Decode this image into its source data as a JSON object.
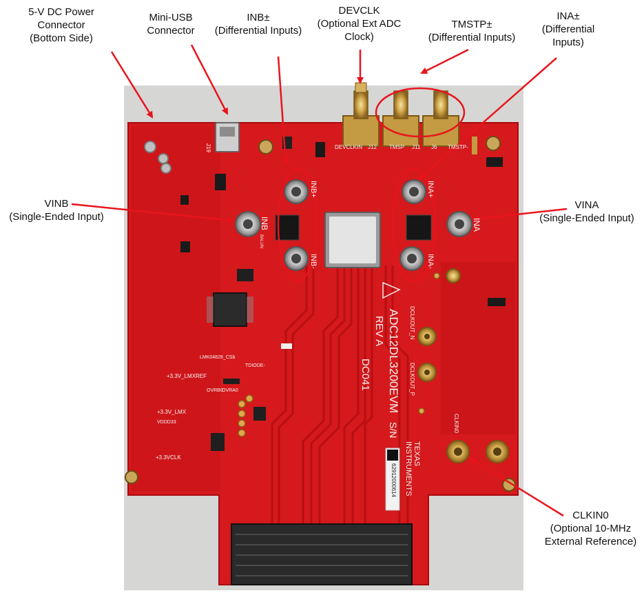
{
  "labels": {
    "power": [
      "5-V DC Power",
      "Connector",
      "(Bottom Side)"
    ],
    "usb": [
      "Mini-USB",
      "Connector"
    ],
    "inb_diff": [
      "INB±",
      "(Differential Inputs)"
    ],
    "devclk": [
      "DEVCLK",
      "(Optional Ext ADC",
      "Clock)"
    ],
    "tmstp": [
      "TMSTP±",
      "(Differential Inputs)"
    ],
    "ina_diff": [
      "INA±",
      "(Differential",
      "Inputs)"
    ],
    "vinb": [
      "VINB",
      "(Single-Ended Input)"
    ],
    "vina": [
      "VINA",
      "(Single-Ended Input)"
    ],
    "clkin0": [
      "CLKIN0",
      "(Optional 10-MHz",
      "External Reference)"
    ]
  },
  "silkscreen": {
    "inb_plus": "INB+",
    "inb_minus": "INB-",
    "ina_plus": "INA+",
    "ina_minus": "INA-",
    "inb": "INB",
    "ina": "INA",
    "devclkin": "DEVCLKIN",
    "j12": "J12",
    "tmsp": "TMSP",
    "j11": "J11",
    "j6": "J6",
    "tmstp_m": "TMSTP-",
    "board_name": "ADC12DL3200EVM",
    "rev": "REV A",
    "code": "DC041",
    "sn": "S/N",
    "serial": "62912000614",
    "ti_line1": "TEXAS",
    "ti_line2": "INSTRUMENTS",
    "sdclkout": "DCLKOUT_P",
    "sdclkoutn": "DCLKOUT_N",
    "clkin0": "CLKIN0",
    "j19": "J19",
    "lmk": "LMK04828_CSb",
    "v33_lmxref": "+3.3V_LMXREF",
    "v33_lmx": "+3.3V_LMX",
    "v33_vclk": "+3.3VCLK",
    "vddd33": "VDDD33",
    "tdiode": "TDIODE-",
    "ovrb": "OVRB0",
    "ovra": "OVRA0",
    "balun": "BALUN"
  },
  "colors": {
    "board": "#d5191c",
    "board_dark": "#b31013",
    "gold": "#c79a3a",
    "annotation": "#e8141c"
  }
}
